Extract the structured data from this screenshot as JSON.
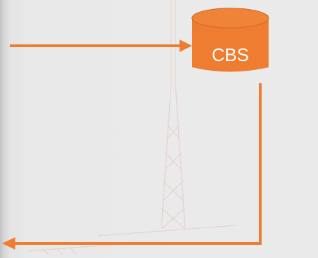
{
  "database": {
    "label": "CBS",
    "icon": "database-cylinder-icon"
  },
  "colors": {
    "accent": "#ee7d31",
    "accent_dark": "#c8651f",
    "background": "#eaeaea",
    "watermark": "#e8c9c0"
  },
  "watermark": {
    "icon": "radio-tower-icon"
  },
  "arrows": [
    {
      "name": "incoming-arrow",
      "direction": "right"
    },
    {
      "name": "outgoing-arrow",
      "direction": "left"
    }
  ]
}
